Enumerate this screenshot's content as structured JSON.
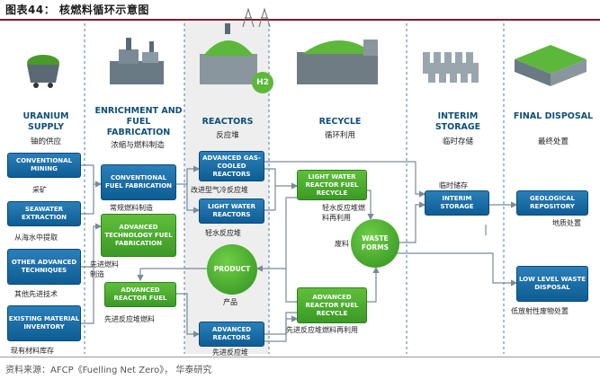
{
  "title": "图表44：  核燃料循环示意图",
  "source": "资料来源：AFCP《Fuelling Net Zero》， 华泰研究",
  "columns": {
    "uranium": {
      "title": "URANIUM SUPPLY",
      "sub": "铀的供应"
    },
    "enrichment": {
      "title": "ENRICHMENT AND FUEL FABRICATION",
      "sub": "浓缩与燃料制造"
    },
    "reactors": {
      "title": "REACTORS",
      "sub": "反应堆"
    },
    "recycle": {
      "title": "RECYCLE",
      "sub": "循环利用"
    },
    "interim": {
      "title": "INTERIM STORAGE",
      "sub": "临时存储"
    },
    "final": {
      "title": "FINAL DISPOSAL",
      "sub": "最终处置"
    }
  },
  "h2_badge": "H2",
  "boxes": {
    "conventional_mining": {
      "text": "CONVENTIONAL MINING",
      "label": "采矿"
    },
    "seawater_extraction": {
      "text": "SEAWATER EXTRACTION",
      "label": "从海水中提取"
    },
    "other_advanced": {
      "text": "OTHER ADVANCED TECHNIQUES",
      "label": "其他先进技术"
    },
    "existing_material": {
      "text": "EXISTING MATERIAL INVENTORY",
      "label": "现有材料库存"
    },
    "conventional_fuel": {
      "text": "CONVENTIONAL FUEL FABRICATION",
      "label": "常规燃料制造"
    },
    "advanced_tech_fuel": {
      "text": "ADVANCED TECHNOLOGY FUEL FABRICATION",
      "label": "先进燃料制造"
    },
    "advanced_reactor_fuel": {
      "text": "ADVANCED REACTOR FUEL",
      "label": "先进反应堆燃料"
    },
    "gas_cooled": {
      "text": "ADVANCED GAS-COOLED REACTORS",
      "label": "改进型气冷反应堆"
    },
    "light_water": {
      "text": "LIGHT WATER REACTORS",
      "label": "轻水反应堆"
    },
    "advanced_reactors": {
      "text": "ADVANCED REACTORS",
      "label": "先进反应堆"
    },
    "lw_fuel_recycle": {
      "text": "LIGHT WATER REACTOR FUEL RECYCLE",
      "label": "轻水反应堆燃料再利用"
    },
    "adv_fuel_recycle": {
      "text": "ADVANCED REACTOR FUEL RECYCLE",
      "label": "先进反应堆燃料再利用"
    },
    "interim_storage": {
      "text": "INTERIM STORAGE",
      "label": "临时储存"
    },
    "geological": {
      "text": "GEOLOGICAL REPOSITORY",
      "label": "地质处置"
    },
    "low_level": {
      "text": "LOW LEVEL WASTE DISPOSAL",
      "label": "低放射性废物处置"
    }
  },
  "circles": {
    "product": {
      "text": "PRODUCT",
      "label": "产品"
    },
    "waste": {
      "text": "WASTE FORMS",
      "label": "废料"
    }
  },
  "colors": {
    "blue": "#0e5d95",
    "green": "#3a9a26",
    "heading": "#0d4f7a",
    "arrow": "#7a8a96",
    "title_rule": "#7a1f2b"
  }
}
